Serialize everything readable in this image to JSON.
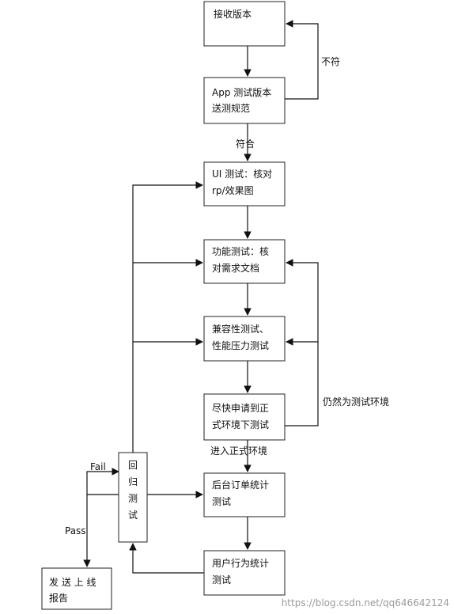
{
  "nodes": {
    "receive": {
      "lines": [
        "接收版本"
      ]
    },
    "app_test": {
      "lines": [
        "App 测试版本",
        "送测规范"
      ]
    },
    "ui_test": {
      "lines": [
        "UI 测试：核对",
        "rp/效果图"
      ]
    },
    "func_test": {
      "lines": [
        "功能测试：核",
        "对需求文档"
      ]
    },
    "compat_test": {
      "lines": [
        "兼容性测试、",
        "性能压力测试"
      ]
    },
    "apply_prod": {
      "lines": [
        "尽快申请到正",
        "式环境下测试"
      ]
    },
    "regression": {
      "lines": [
        "回",
        "归",
        "测",
        "试"
      ]
    },
    "backend_order": {
      "lines": [
        "后台订单统计",
        "测试"
      ]
    },
    "user_behavior": {
      "lines": [
        "用户行为统计",
        "测试"
      ]
    },
    "release_report": {
      "lines": [
        "发 送 上 线",
        "报告"
      ]
    }
  },
  "edge_labels": {
    "not_match": "不符",
    "match": "符合",
    "still_test_env": "仍然为测试环境",
    "enter_prod": "进入正式环境",
    "fail": "Fail",
    "pass": "Pass"
  },
  "watermark": "https://blog.csdn.net/qq646642124"
}
